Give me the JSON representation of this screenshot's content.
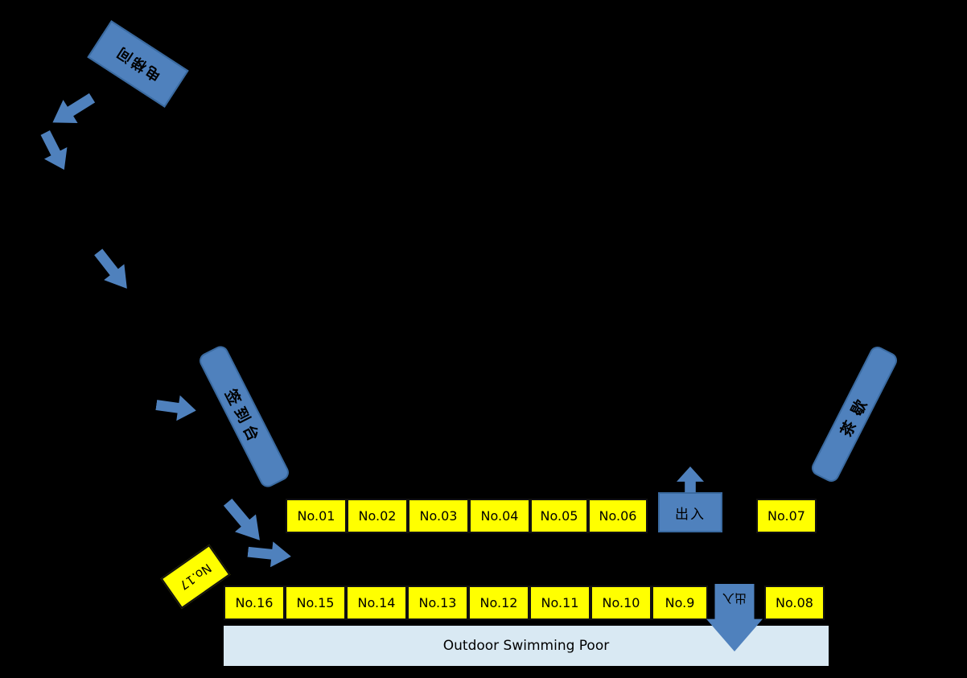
{
  "colors": {
    "background": "#000000",
    "blue": "#4f81bd",
    "yellow": "#ffff00",
    "pool": "#d9e9f3"
  },
  "labels": {
    "elevator": "电梯间",
    "signin_desk": "签到台",
    "tea_break": "茶歇",
    "entrance_top": "出入",
    "entrance_bottom": "出入",
    "pool": "Outdoor Swimming Poor",
    "booth17": "No.17",
    "booth07": "No.07",
    "booth08": "No.08"
  },
  "booths_row1": [
    "No.01",
    "No.02",
    "No.03",
    "No.04",
    "No.05",
    "No.06"
  ],
  "booths_row2": [
    "No.16",
    "No.15",
    "No.14",
    "No.13",
    "No.12",
    "No.11",
    "No.10",
    "No.9"
  ]
}
